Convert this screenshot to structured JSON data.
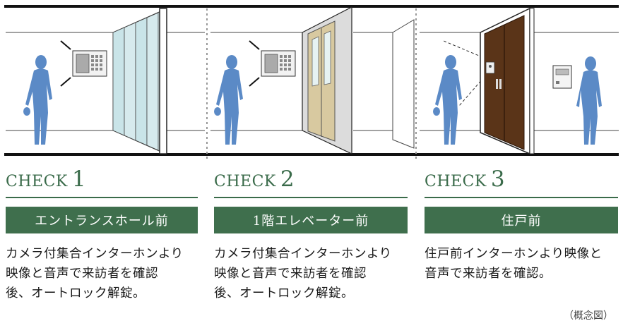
{
  "checks": [
    {
      "word": "CHECK",
      "num": "1",
      "label": "エントランスホール前",
      "desc1": "カメラ付集合インターホンより",
      "desc2": "映像と音声で来訪者を確認",
      "desc3": "後、オートロック解錠。"
    },
    {
      "word": "CHECK",
      "num": "2",
      "label": "1階エレベーター前",
      "desc1": "カメラ付集合インターホンより",
      "desc2": "映像と音声で来訪者を確認",
      "desc3": "後、オートロック解錠。"
    },
    {
      "word": "CHECK",
      "num": "3",
      "label": "住戸前",
      "desc1": "住戸前インターホンより映像と",
      "desc2": "音声で来訪者を確認。",
      "desc3": ""
    }
  ],
  "note": "（概念図）",
  "colors": {
    "accent": "#3f6f4d",
    "figure": "#5b8ac6",
    "door_wood": "#5a3418",
    "elevator_door": "#d8c9a0",
    "glass": "#cfe6ea"
  }
}
